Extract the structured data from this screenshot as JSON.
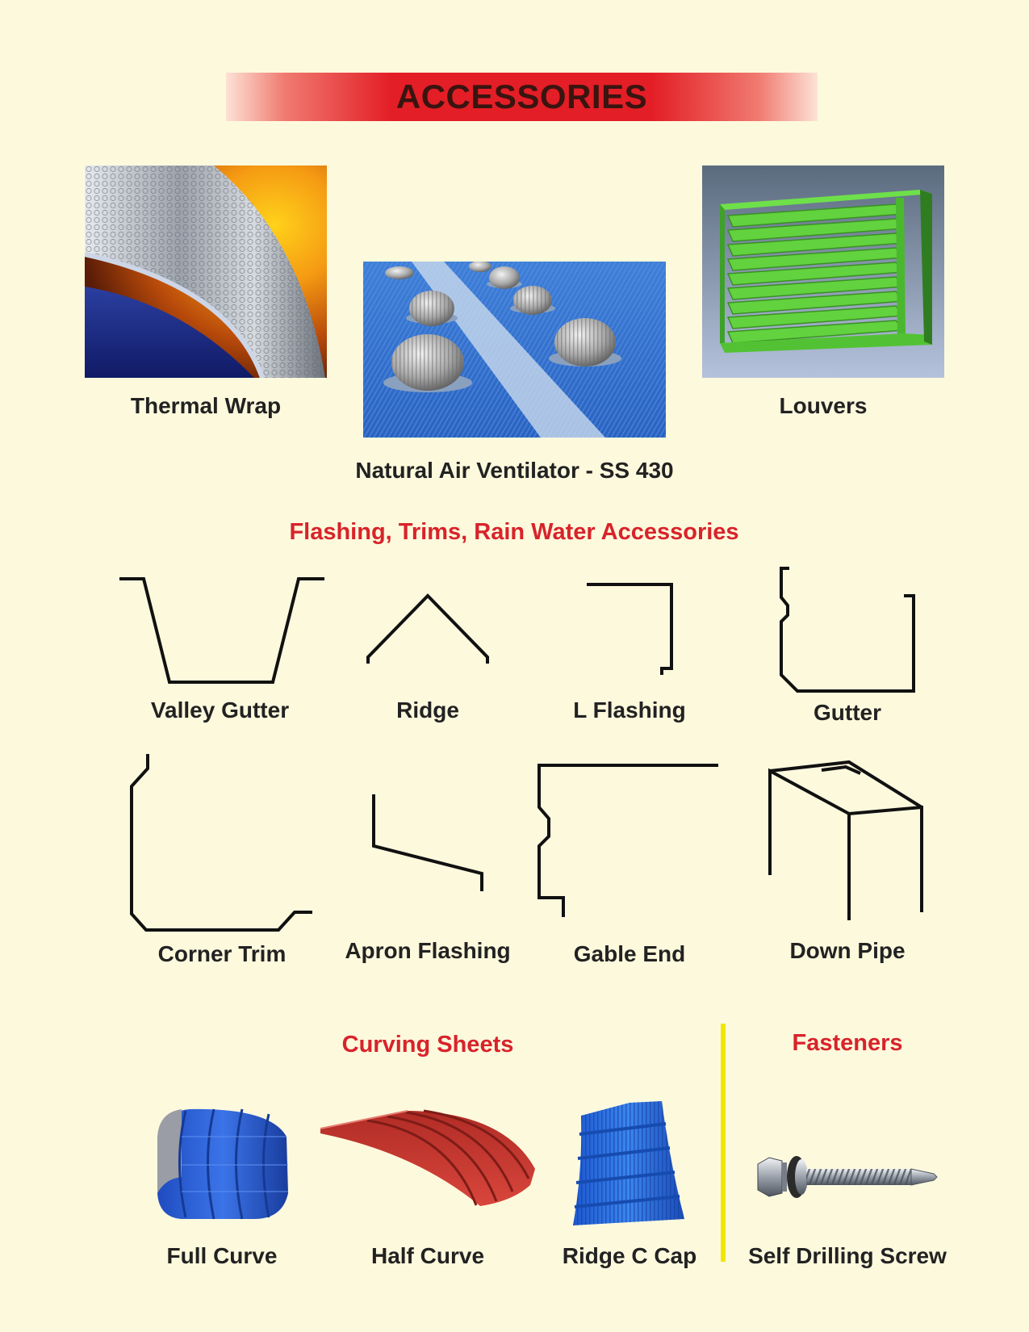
{
  "header": {
    "title": "ACCESSORIES"
  },
  "products": {
    "thermal_wrap": "Thermal Wrap",
    "ventilator": "Natural Air Ventilator - SS 430",
    "louvers": "Louvers"
  },
  "flashing": {
    "title": "Flashing, Trims, Rain Water Accessories",
    "items": [
      "Valley Gutter",
      "Ridge",
      "L Flashing",
      "Gutter",
      "Corner Trim",
      "Apron Flashing",
      "Gable End",
      "Down Pipe"
    ]
  },
  "curving": {
    "title": "Curving Sheets",
    "items": [
      "Full Curve",
      "Half Curve",
      "Ridge C Cap"
    ]
  },
  "fasteners": {
    "title": "Fasteners",
    "items": [
      "Self Drilling Screw"
    ]
  },
  "colors": {
    "background": "#fdf9dd",
    "banner_red": "#e31e26",
    "section_red": "#d8232a",
    "divider_yellow": "#f2e600"
  }
}
